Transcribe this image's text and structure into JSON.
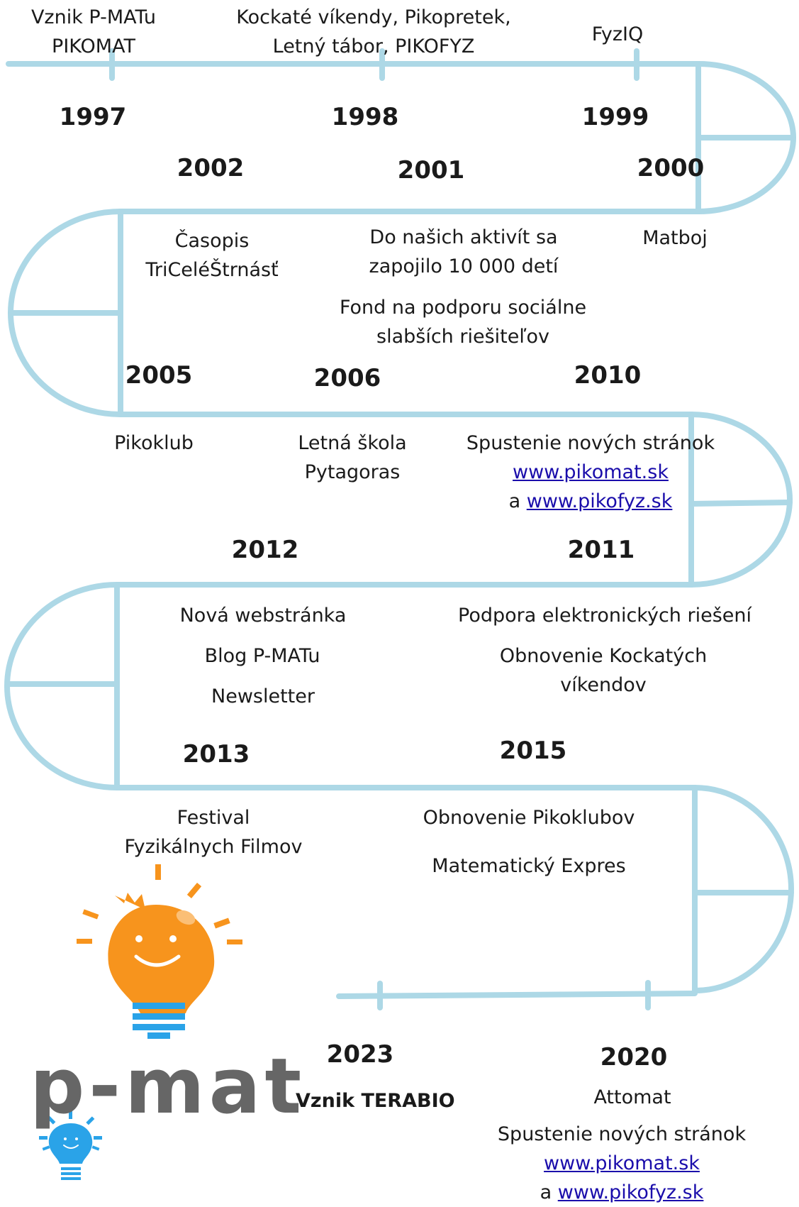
{
  "colors": {
    "track": "#add8e6",
    "bulb_orange": "#f7941d",
    "bulb_blue": "#2aa3e8",
    "logo_grey": "#666666",
    "link": "#1a0dab"
  },
  "row1": {
    "events": [
      {
        "lines": [
          "Vznik P-MATu",
          "PIKOMAT"
        ]
      },
      {
        "lines": [
          "Kockaté víkendy, Pikopretek,",
          "Letný tábor, PIKOFYZ"
        ]
      },
      {
        "lines": [
          "FyzIQ"
        ]
      }
    ],
    "years": [
      "1997",
      "1998",
      "1999"
    ]
  },
  "row2": {
    "years": [
      "2002",
      "2001",
      "2000"
    ],
    "events": [
      {
        "lines": [
          "Časopis",
          "TriCeléŠtrnásť"
        ]
      },
      {
        "lines": [
          "Do našich aktivít sa",
          "zapojilo 10 000 detí"
        ]
      },
      {
        "lines": [
          "Fond na podporu sociálne",
          "slabších riešiteľov"
        ]
      },
      {
        "lines": [
          "Matboj"
        ]
      }
    ]
  },
  "row3": {
    "years": [
      "2005",
      "2006",
      "2010"
    ],
    "events": [
      {
        "lines": [
          "Pikoklub"
        ]
      },
      {
        "lines": [
          "Letná škola",
          "Pytagoras"
        ]
      },
      {
        "lines": [
          "Spustenie nových stránok"
        ]
      }
    ],
    "links": {
      "a": "www.pikomat.sk",
      "b": "www.pikofyz.sk",
      "conj": "a"
    }
  },
  "row4": {
    "years": [
      "2012",
      "2011"
    ],
    "events": [
      {
        "lines": [
          "Nová webstránka"
        ]
      },
      {
        "lines": [
          "Blog P-MATu"
        ]
      },
      {
        "lines": [
          "Newsletter"
        ]
      },
      {
        "lines": [
          "Podpora elektronických riešení"
        ]
      },
      {
        "lines": [
          "Obnovenie Kockatých",
          "víkendov"
        ]
      }
    ]
  },
  "row5": {
    "years": [
      "2013",
      "2015"
    ],
    "events": [
      {
        "lines": [
          "Festival",
          "Fyzikálnych Filmov"
        ]
      },
      {
        "lines": [
          "Obnovenie Pikoklubov"
        ]
      },
      {
        "lines": [
          "Matematický Expres"
        ]
      }
    ]
  },
  "row6": {
    "years": [
      "2023",
      "2020"
    ],
    "terabio": "Vznik TERABIO",
    "events": [
      {
        "lines": [
          "Attomat"
        ]
      },
      {
        "lines": [
          "Spustenie nových stránok"
        ]
      }
    ],
    "links": {
      "a": "www.pikomat.sk",
      "b": "www.pikofyz.sk",
      "conj": "a"
    }
  },
  "logo": {
    "text": "p-mat"
  }
}
